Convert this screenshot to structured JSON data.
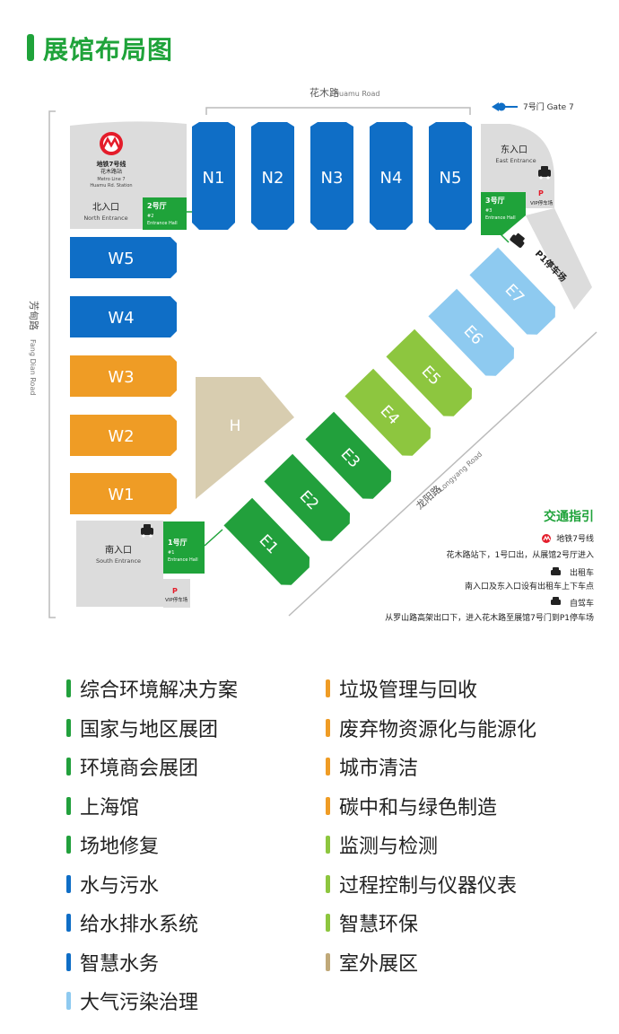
{
  "header": {
    "title": "展馆布局图"
  },
  "map": {
    "roads": {
      "north_cn": "花木路",
      "north_en": "Huamu Road",
      "west_cn": "芳甸路",
      "west_en": "Fang Dian Road",
      "southeast_cn": "龙阳路",
      "southeast_en": "Longyang Road"
    },
    "gate7": {
      "label": "7号门 Gate 7"
    },
    "metro": {
      "line_cn": "地铁7号线",
      "station_cn": "花木路站",
      "line_en": "Metro Line 7",
      "station_en": "Huamu Rd. Station"
    },
    "entrances": {
      "north": {
        "cn": "北入口",
        "en": "North Entrance"
      },
      "east": {
        "cn": "东入口",
        "en": "East Entrance"
      },
      "south": {
        "cn": "南入口",
        "en": "South Entrance"
      }
    },
    "entrance_halls": {
      "hall1": {
        "cn": "1号厅",
        "num": "#1",
        "en": "Entrance Hall"
      },
      "hall2": {
        "cn": "2号厅",
        "num": "#2",
        "en": "Entrance Hall"
      },
      "hall3": {
        "cn": "3号厅",
        "num": "#3",
        "en": "Entrance Hall"
      }
    },
    "vip_parking": {
      "p": "P",
      "label": "VIP停车场"
    },
    "p1_parking": {
      "label": "P1停车场"
    },
    "halls_north": [
      "N1",
      "N2",
      "N3",
      "N4",
      "N5"
    ],
    "halls_west": [
      "W5",
      "W4",
      "W3",
      "W2",
      "W1"
    ],
    "halls_east": [
      "E1",
      "E2",
      "E3",
      "E4",
      "E5",
      "E6",
      "E7"
    ],
    "hall_h": "H",
    "traffic": {
      "title": "交通指引",
      "metro_label": "地铁7号线",
      "metro_desc": "花木路站下，1号口出，从展馆2号厅进入",
      "taxi_label": "出租车",
      "taxi_desc": "南入口及东入口设有出租车上下车点",
      "car_label": "自驾车",
      "car_desc": "从罗山路高架出口下，进入花木路至展馆7号门到P1停车场"
    }
  },
  "colors": {
    "blue": "#0f6ec6",
    "green": "#22a03c",
    "lightgreen": "#8dc63f",
    "orange": "#ef9c25",
    "lightblue": "#8ecaf0",
    "khaki": "#d8cdb0",
    "grey": "#dcdcdc",
    "entrance_green": "#1fa33a",
    "brand_green": "#1fa33a"
  },
  "legend": {
    "left": [
      {
        "label": "综合环境解决方案",
        "color": "#22a03c"
      },
      {
        "label": "国家与地区展团",
        "color": "#22a03c"
      },
      {
        "label": "环境商会展团",
        "color": "#22a03c"
      },
      {
        "label": "上海馆",
        "color": "#22a03c"
      },
      {
        "label": "场地修复",
        "color": "#22a03c"
      },
      {
        "label": "水与污水",
        "color": "#0f6ec6"
      },
      {
        "label": "给水排水系统",
        "color": "#0f6ec6"
      },
      {
        "label": "智慧水务",
        "color": "#0f6ec6"
      },
      {
        "label": "大气污染治理",
        "color": "#8ecaf0"
      }
    ],
    "right": [
      {
        "label": "垃圾管理与回收",
        "color": "#ef9c25"
      },
      {
        "label": "废弃物资源化与能源化",
        "color": "#ef9c25"
      },
      {
        "label": "城市清洁",
        "color": "#ef9c25"
      },
      {
        "label": "碳中和与绿色制造",
        "color": "#ef9c25"
      },
      {
        "label": "监测与检测",
        "color": "#8dc63f"
      },
      {
        "label": "过程控制与仪器仪表",
        "color": "#8dc63f"
      },
      {
        "label": "智慧环保",
        "color": "#8dc63f"
      },
      {
        "label": "室外展区",
        "color": "#c0a979"
      }
    ]
  }
}
